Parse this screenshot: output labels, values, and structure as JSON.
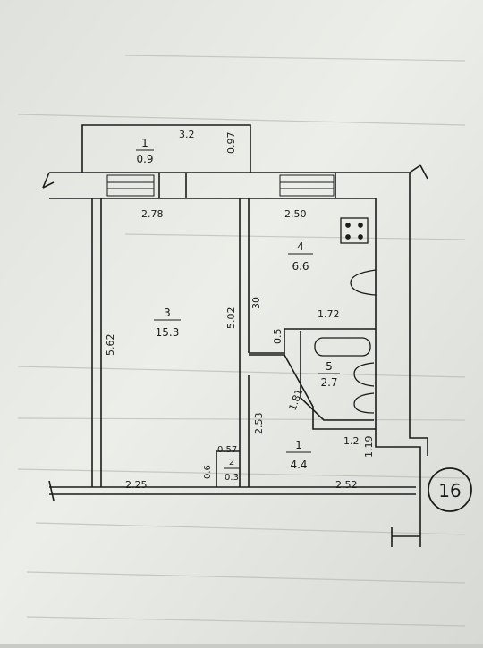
{
  "plan": {
    "rooms": [
      {
        "number": "1",
        "area": "4.4"
      },
      {
        "number": "2",
        "area": "0.3"
      },
      {
        "number": "3",
        "area": "15.3"
      },
      {
        "number": "4",
        "area": "6.6"
      },
      {
        "number": "5",
        "area": "2.7"
      },
      {
        "number": "1",
        "area": "0.9"
      }
    ],
    "dimensions": {
      "balcony_width": "3.2",
      "balcony_depth": "0.97",
      "room3_top": "2.78",
      "kitchen_top": "2.50",
      "room3_height": "5.62",
      "partition_height": "5.02",
      "partition_thickness": "30",
      "bath_width": "1.72",
      "bath_side": "0.5",
      "corridor_length": "2.53",
      "bath_diagonal": "1.81",
      "closet_width": "0.57",
      "closet_depth": "0.6",
      "bottom_left": "2.25",
      "bottom_right": "2.52",
      "entry_width": "1.2",
      "entry_depth": "1.19"
    },
    "apartment_badge": "16"
  },
  "colors": {
    "paper": "#e8ebe6",
    "ink": "#1c1c1c",
    "shadow": "#8f938d"
  }
}
